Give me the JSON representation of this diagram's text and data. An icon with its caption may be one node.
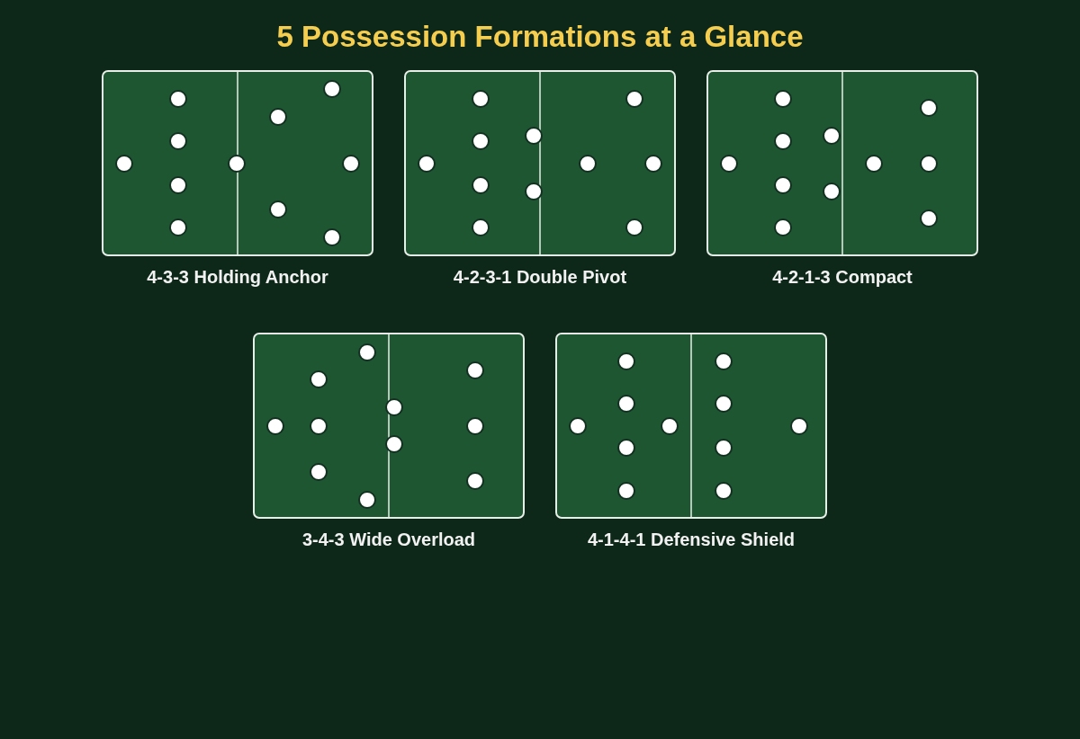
{
  "diagram": {
    "title": "5 Possession Formations at a Glance",
    "nodes": [
      {
        "text": [
          "4-3-3 Holding Anchor"
        ]
      },
      {
        "text": [
          "4-2-3-1 Double Pivot"
        ]
      },
      {
        "text": [
          "4-2-1-3 Compact"
        ]
      },
      {
        "text": [
          "3-4-3 Wide Overload"
        ]
      },
      {
        "text": [
          "4-1-4-1 Defensive Shield"
        ]
      }
    ]
  }
}
